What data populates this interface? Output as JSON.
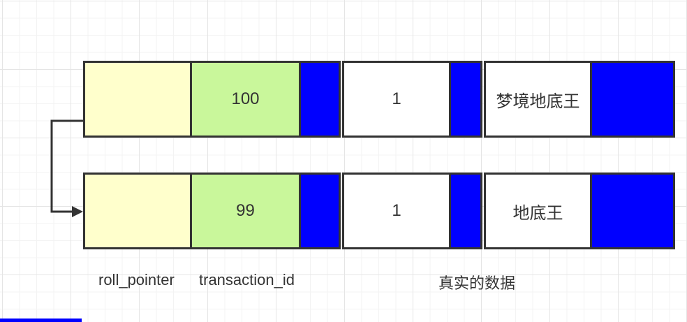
{
  "rows": [
    {
      "cells": [
        {
          "name": "roll_pointer",
          "text": ""
        },
        {
          "name": "transaction_id",
          "text": "100"
        },
        {
          "name": "divider",
          "text": ""
        },
        {
          "name": "data_field",
          "text": "1"
        },
        {
          "name": "divider",
          "text": ""
        },
        {
          "name": "data_field",
          "text": "梦境地底王"
        },
        {
          "name": "divider",
          "text": ""
        }
      ]
    },
    {
      "cells": [
        {
          "name": "roll_pointer",
          "text": ""
        },
        {
          "name": "transaction_id",
          "text": "99"
        },
        {
          "name": "divider",
          "text": ""
        },
        {
          "name": "data_field",
          "text": "1"
        },
        {
          "name": "divider",
          "text": ""
        },
        {
          "name": "data_field",
          "text": "地底王"
        },
        {
          "name": "divider",
          "text": ""
        }
      ]
    }
  ],
  "labels": {
    "roll_pointer": "roll_pointer",
    "transaction_id": "transaction_id",
    "real_data": "真实的数据"
  },
  "colors": {
    "cell_border": "#333333",
    "roll_pointer_fill": "#FFFFCC",
    "transaction_id_fill": "#C9F79B",
    "divider_fill": "#0000FF",
    "data_fill": "#FFFFFF",
    "text": "#333333",
    "arrow": "#333333",
    "grid_major": "#E5E5E5",
    "grid_minor": "#F3F3F3"
  }
}
